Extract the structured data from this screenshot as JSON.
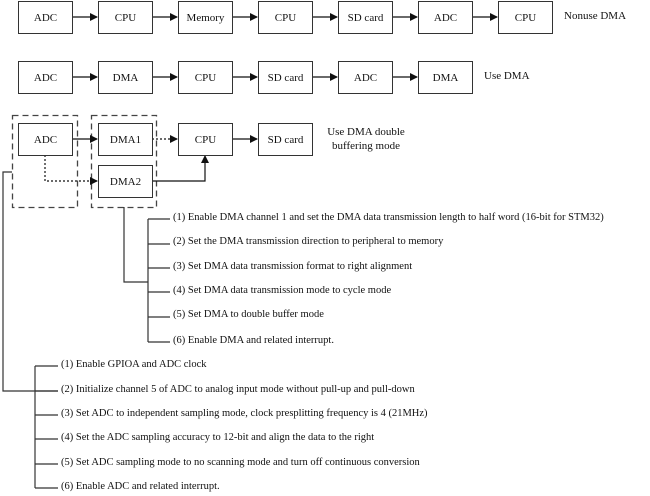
{
  "flows": [
    {
      "name": "nonuse-dma",
      "nodes": [
        "ADC",
        "CPU",
        "Memory",
        "CPU",
        "SD card",
        "ADC",
        "CPU"
      ],
      "label": "Nonuse DMA"
    },
    {
      "name": "use-dma",
      "nodes": [
        "ADC",
        "DMA",
        "CPU",
        "SD card",
        "ADC",
        "DMA"
      ],
      "label": "Use DMA"
    }
  ],
  "double_buffer": {
    "adc": "ADC",
    "dma1": "DMA1",
    "dma2": "DMA2",
    "cpu": "CPU",
    "sdcard": "SD card",
    "label_line1": "Use DMA double",
    "label_line2": "buffering mode"
  },
  "dma_steps": [
    "(1) Enable DMA channel 1 and set the DMA data transmission length to half word (16-bit for STM32)",
    "(2) Set the DMA transmission direction to peripheral to memory",
    "(3) Set DMA data transmission format to right alignment",
    "(4) Set DMA data transmission mode to cycle mode",
    "(5) Set DMA to double buffer mode",
    "(6) Enable DMA and related interrupt."
  ],
  "adc_steps": [
    "(1) Enable GPIOA and ADC clock",
    "(2) Initialize channel 5 of ADC to analog input mode without pull-up and pull-down",
    "(3) Set ADC to independent sampling mode, clock presplitting frequency is 4 (21MHz)",
    "(4) Set the ADC sampling accuracy to 12-bit and align the data to the right",
    "(5) Set ADC sampling mode to no scanning mode and turn off continuous conversion",
    "(6) Enable ADC and related interrupt."
  ]
}
